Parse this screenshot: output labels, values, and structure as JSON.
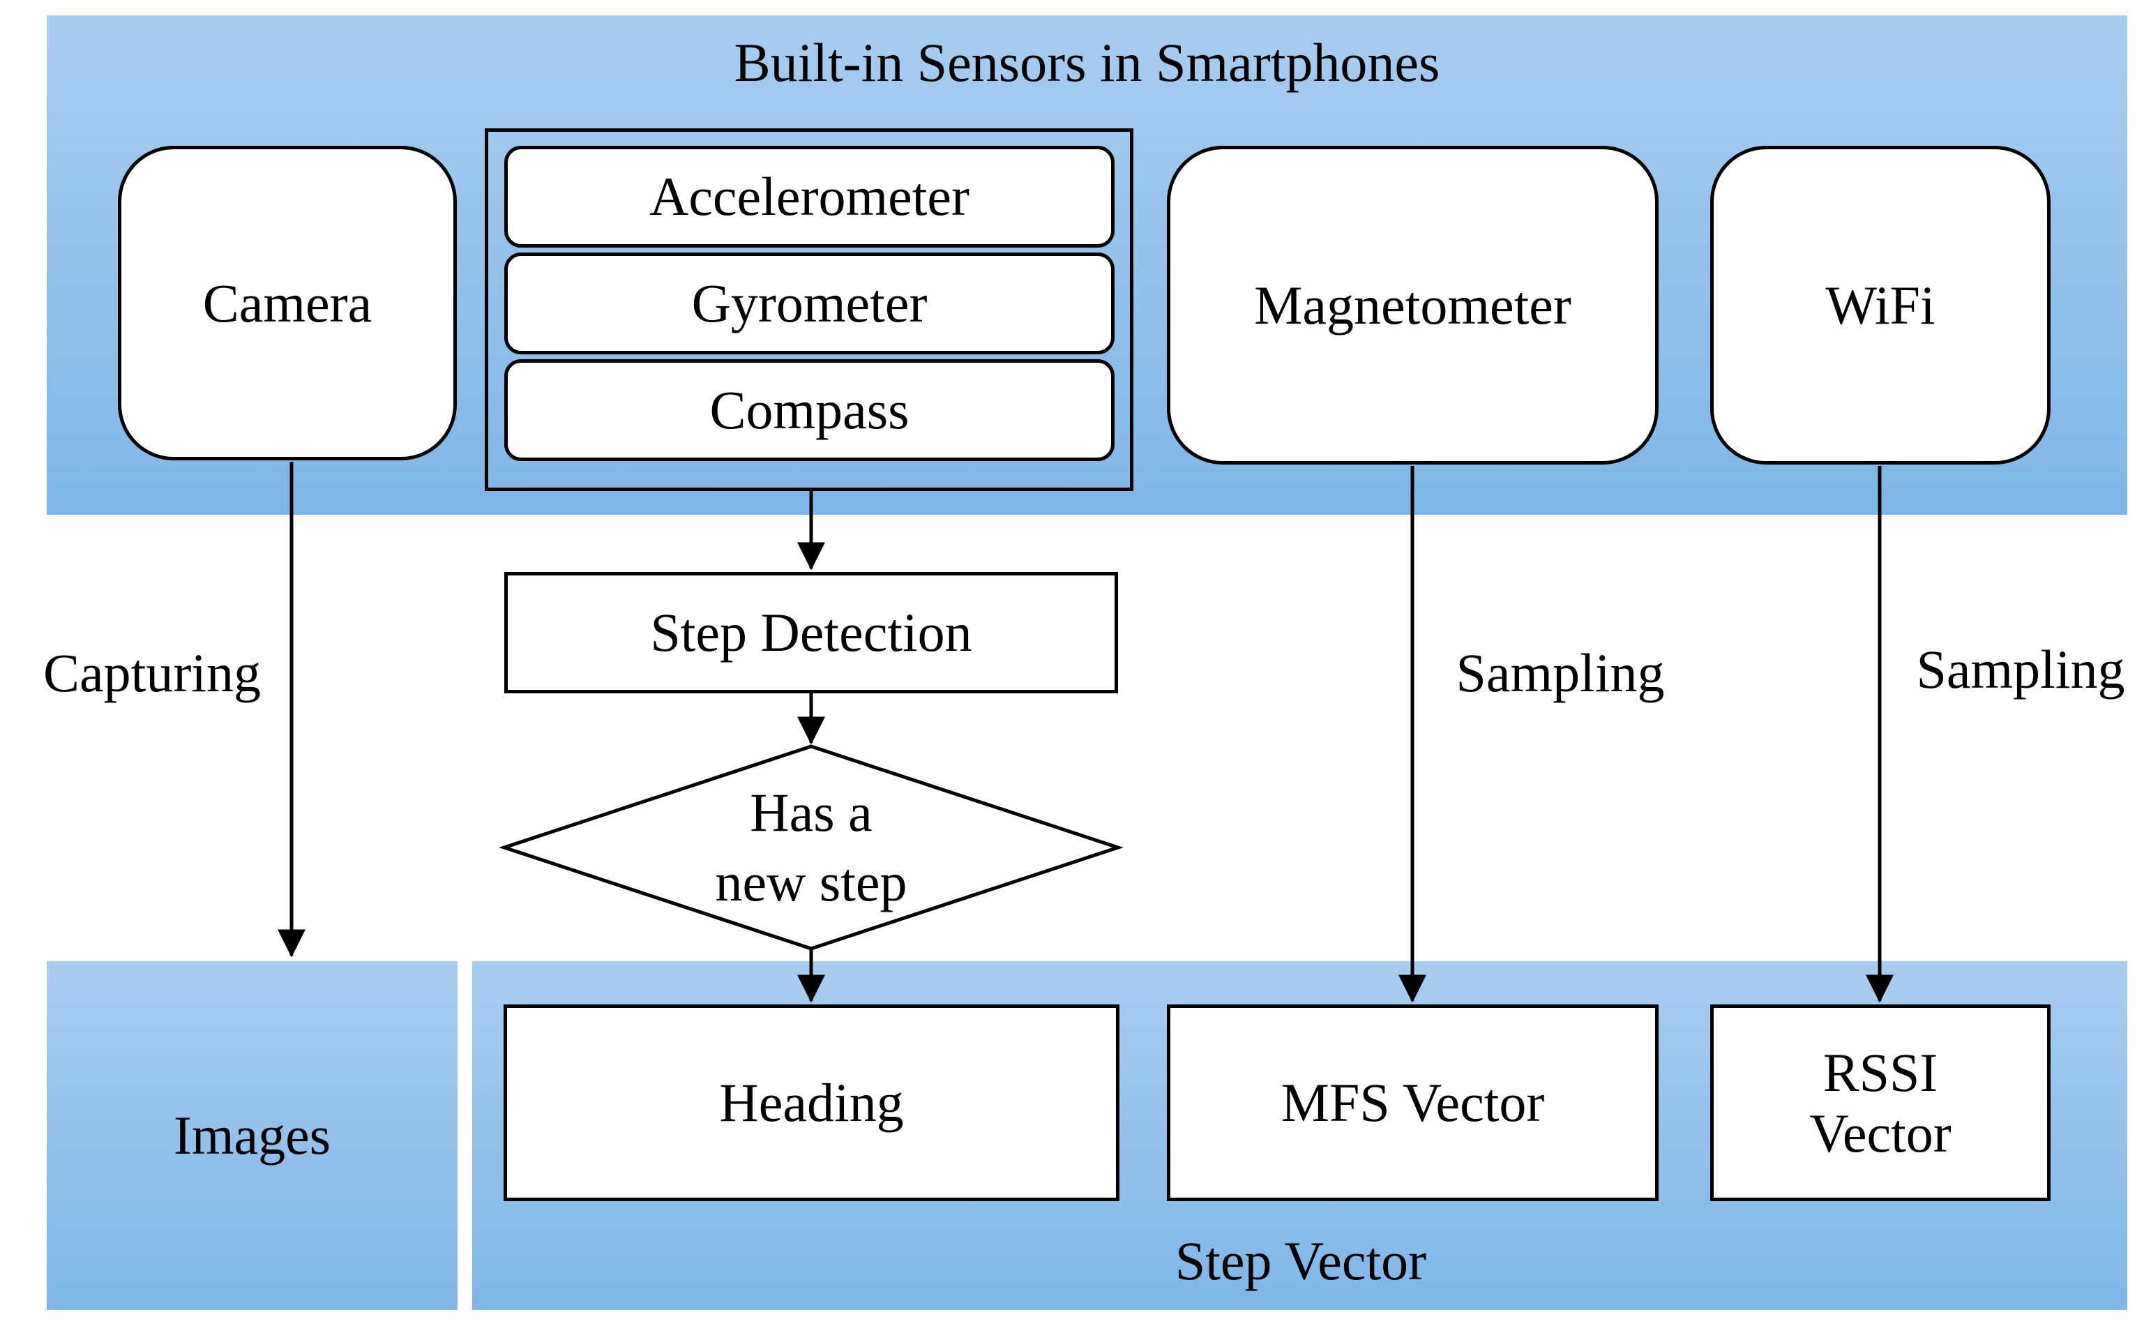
{
  "top_panel": {
    "title": "Built-in Sensors in Smartphones"
  },
  "sensors": {
    "camera": "Camera",
    "imu": [
      "Accelerometer",
      "Gyrometer",
      "Compass"
    ],
    "magnetometer": "Magnetometer",
    "wifi": "WiFi"
  },
  "process": {
    "step_detection": "Step Detection",
    "decision_line1": "Has a",
    "decision_line2": "new step"
  },
  "edges": {
    "capturing": "Capturing",
    "sampling_magnetometer": "Sampling",
    "sampling_wifi": "Sampling"
  },
  "outputs": {
    "images": "Images",
    "heading": "Heading",
    "mfs_vector": "MFS Vector",
    "rssi_line1": "RSSI",
    "rssi_line2": "Vector",
    "step_vector": "Step Vector"
  },
  "colors": {
    "panel_top": "#a8cdef",
    "panel_bottom": "#7fb6e6",
    "line": "#000000",
    "box_fill": "#ffffff"
  }
}
